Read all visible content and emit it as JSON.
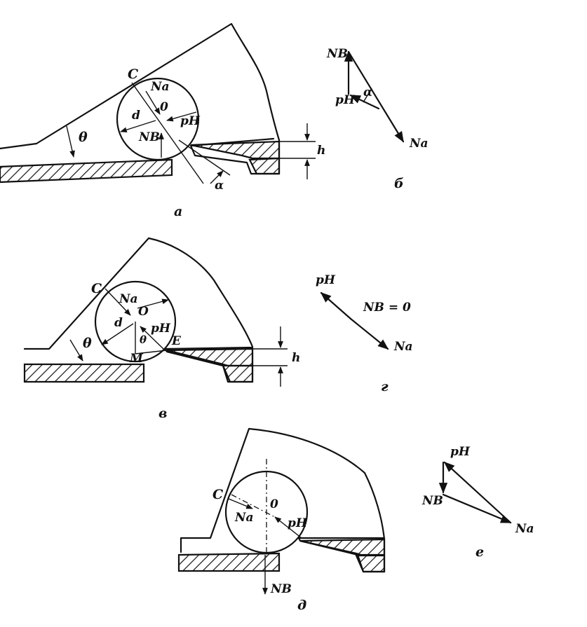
{
  "figure": {
    "a": {
      "caption": "a",
      "label_C": "C",
      "label_Na": "Na",
      "label_O": "0",
      "label_d": "d",
      "label_pH": "pH",
      "label_Nb": "NB",
      "label_theta": "θ",
      "label_alpha": "α",
      "label_h": "h"
    },
    "b": {
      "caption": "б",
      "label_Nb": "NB",
      "label_pH": "pH",
      "label_alpha": "α",
      "label_Na": "Na"
    },
    "v": {
      "caption": "в",
      "label_C": "C",
      "label_Na": "Na",
      "label_O": "O",
      "label_d": "d",
      "label_pH": "pH",
      "label_theta": "θ",
      "label_theta_small": "θ",
      "label_E": "E",
      "label_M": "M",
      "label_h": "h"
    },
    "g": {
      "caption": "г",
      "label_pH": "pH",
      "label_eq": "NB = 0",
      "label_Na": "Na"
    },
    "d": {
      "caption": "д",
      "label_C": "C",
      "label_O": "0",
      "label_Na": "Na",
      "label_pH": "pH",
      "label_Nb": "NB"
    },
    "e": {
      "caption": "е",
      "label_pH": "pH",
      "label_Nb": "NB",
      "label_Na": "Na"
    }
  }
}
